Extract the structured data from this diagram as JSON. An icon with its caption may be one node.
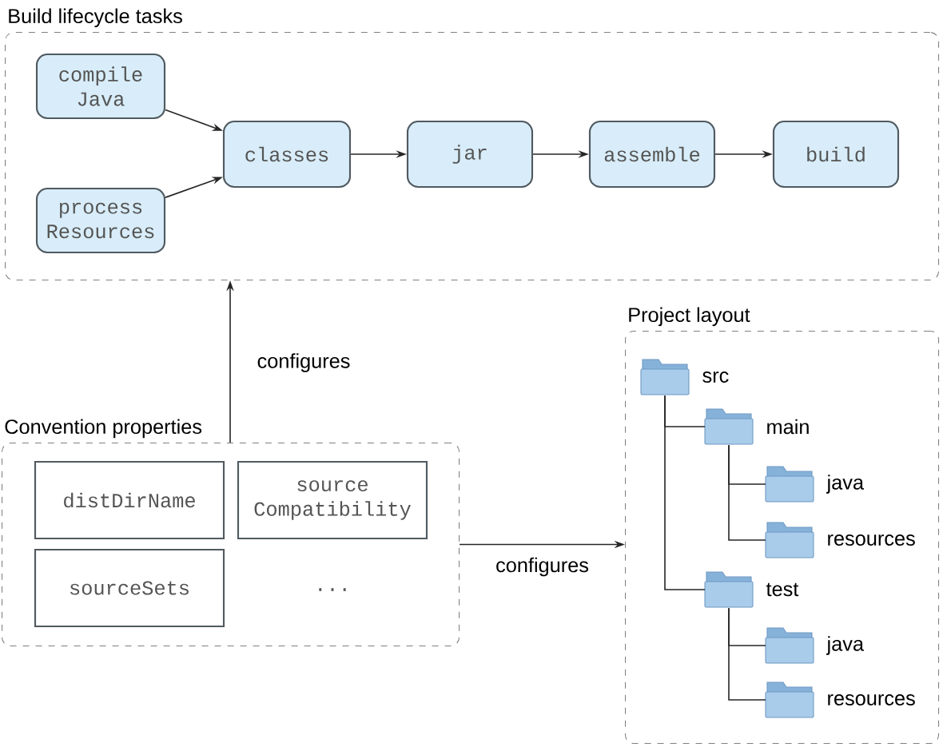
{
  "diagram": {
    "nodes": [
      {
        "text": [
          "Build lifecycle tasks"
        ]
      },
      {
        "text": [
          "compile Java"
        ],
        "in": 0
      },
      {
        "text": [
          "process Resources"
        ],
        "in": 0
      },
      {
        "text": [
          "classes"
        ],
        "in": 0
      },
      {
        "text": [
          "jar"
        ],
        "in": 0
      },
      {
        "text": [
          "assemble"
        ],
        "in": 0
      },
      {
        "text": [
          "build"
        ],
        "in": 0
      },
      {
        "text": [
          "Convention properties"
        ]
      },
      {
        "text": [
          "distDirName"
        ],
        "in": 7
      },
      {
        "text": [
          "source Compatibility"
        ],
        "in": 7
      },
      {
        "text": [
          "sourceSets"
        ],
        "in": 7
      },
      {
        "text": [
          "Project layout"
        ]
      },
      {
        "text": [
          "src"
        ],
        "in": 11
      },
      {
        "text": [
          "main"
        ],
        "in": 11
      },
      {
        "text": [
          "java"
        ],
        "in": 11
      },
      {
        "text": [
          "resources"
        ],
        "in": 11
      },
      {
        "text": [
          "test"
        ],
        "in": 11
      },
      {
        "text": [
          "java"
        ],
        "in": 11
      },
      {
        "text": [
          "resources"
        ],
        "in": 11
      }
    ],
    "edges": [
      {
        "from": 1,
        "to": 3,
        "arrow": "to"
      },
      {
        "from": 2,
        "to": 3,
        "arrow": "to"
      },
      {
        "from": 3,
        "to": 4,
        "arrow": "to"
      },
      {
        "from": 4,
        "to": 5,
        "arrow": "to"
      },
      {
        "from": 5,
        "to": 6,
        "arrow": "to"
      },
      {
        "from": 7,
        "to": 0,
        "arrow": "to",
        "label": "configures"
      },
      {
        "from": 7,
        "to": 11,
        "arrow": "to",
        "label": "configures"
      },
      {
        "from": 12,
        "to": 13,
        "arrow": "none"
      },
      {
        "from": 12,
        "to": 16,
        "arrow": "none"
      },
      {
        "from": 13,
        "to": 14,
        "arrow": "none"
      },
      {
        "from": 13,
        "to": 15,
        "arrow": "none"
      },
      {
        "from": 16,
        "to": 17,
        "arrow": "none"
      },
      {
        "from": 16,
        "to": 18,
        "arrow": "none"
      }
    ],
    "labels": [
      "..."
    ]
  }
}
